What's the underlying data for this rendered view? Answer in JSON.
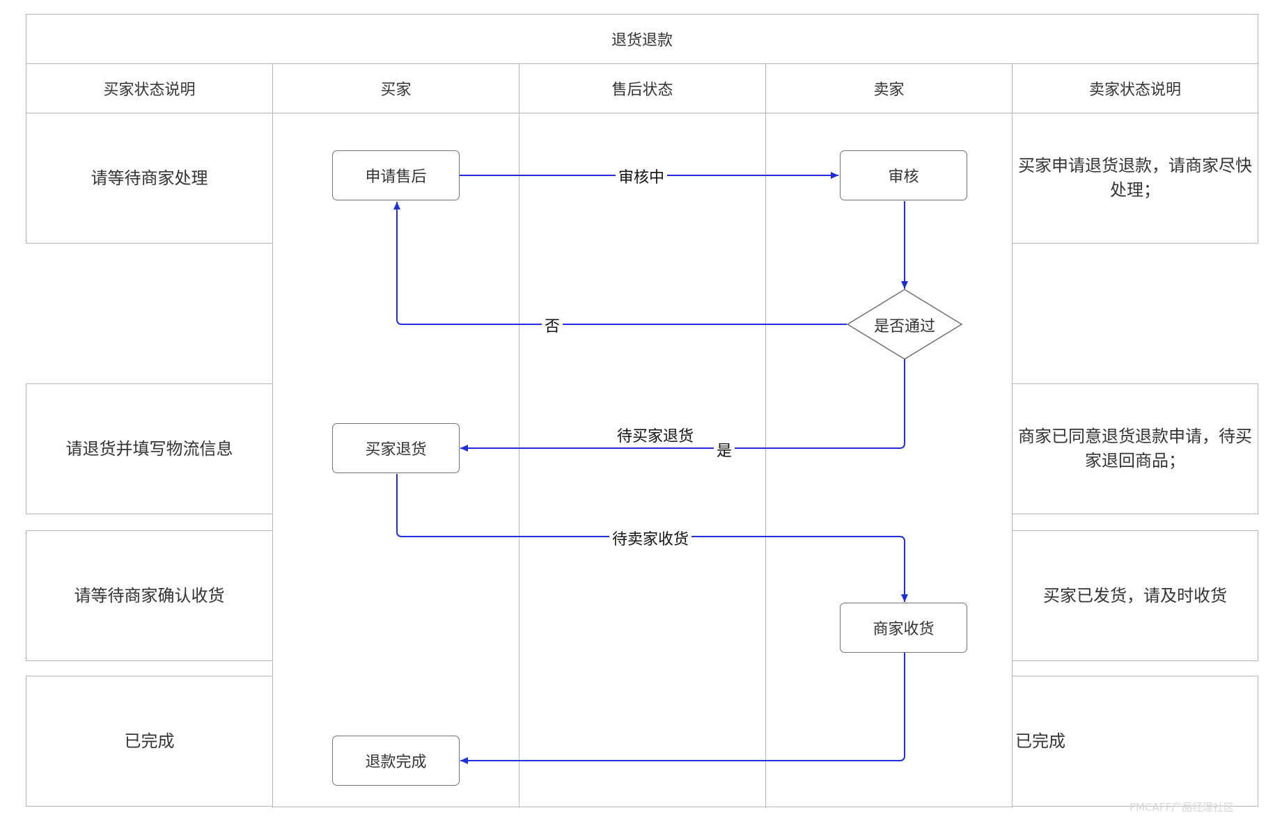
{
  "title": "退货退款",
  "columns": {
    "buyer_desc": "买家状态说明",
    "buyer": "买家",
    "status": "售后状态",
    "seller": "卖家",
    "seller_desc": "卖家状态说明"
  },
  "buyer_descriptions": [
    "请等待商家处理",
    "请退货并填写物流信息",
    "请等待商家确认收货",
    "已完成"
  ],
  "seller_descriptions": [
    "买家申请退货退款，请商家尽快处理；",
    "商家已同意退货退款申请，待买家退回商品；",
    "买家已发货，请及时收货",
    "已完成"
  ],
  "nodes": {
    "apply": "申请售后",
    "review": "审核",
    "decision": "是否通过",
    "buyer_return": "买家退货",
    "seller_receive": "商家收货",
    "refund_done": "退款完成"
  },
  "edges": {
    "reviewing": "审核中",
    "no": "否",
    "yes": "是",
    "wait_buyer_return": "待买家退货",
    "wait_seller_receive": "待卖家收货"
  },
  "colors": {
    "arrow": "#1f2fd8",
    "border": "#b5b5b5",
    "node_border": "#6f6f6f"
  },
  "watermark": "PMCAFF产品经理社区"
}
